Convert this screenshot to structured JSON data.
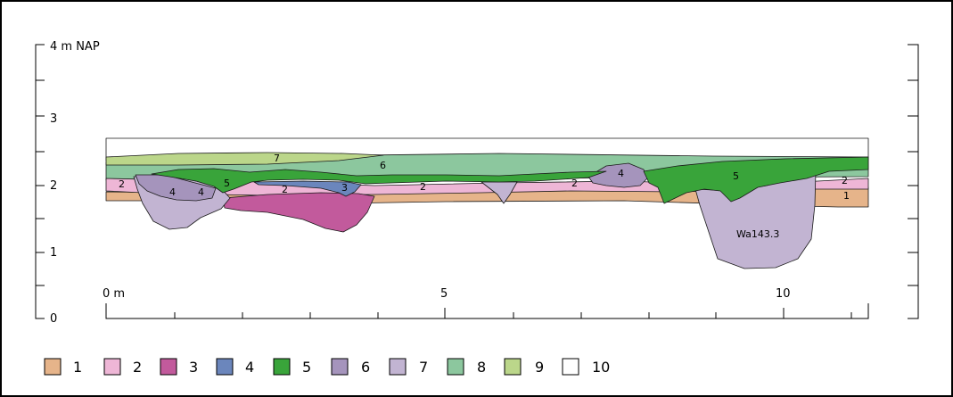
{
  "colors": {
    "layer_1": "#E6B48A",
    "layer_2": "#EEB6D6",
    "layer_3": "#C25A9C",
    "layer_4": "#6B86BC",
    "layer_5": "#39A43A",
    "layer_6": "#A594BC",
    "layer_7": "#C2B4D2",
    "layer_8": "#8CC79E",
    "layer_9": "#BBD68A",
    "layer_10": "#FFFFFF"
  },
  "vertical_axis": {
    "ticks": [
      {
        "value": 4,
        "label": "4 m NAP"
      },
      {
        "value": 3,
        "label": "3"
      },
      {
        "value": 2,
        "label": "2"
      },
      {
        "value": 1,
        "label": "1"
      },
      {
        "value": 0,
        "label": "0"
      }
    ]
  },
  "horizontal_scale": {
    "labels": [
      {
        "value": 0,
        "label": "0 m"
      },
      {
        "value": 5,
        "label": "5"
      },
      {
        "value": 10,
        "label": "10"
      }
    ]
  },
  "section_labels": {
    "l1_right": "1",
    "l2_left": "2",
    "l2_mid_a": "2",
    "l2_mid_b": "2",
    "l2_mid_c": "2",
    "l2_right": "2",
    "l3": "3",
    "l4_a": "4",
    "l4_b": "4",
    "l4_c": "4",
    "l5_left": "5",
    "l5_right": "5",
    "l6": "6",
    "l7": "7",
    "feature": "Wa143.3"
  },
  "legend": [
    {
      "id": "1",
      "label": "1"
    },
    {
      "id": "2",
      "label": "2"
    },
    {
      "id": "3",
      "label": "3"
    },
    {
      "id": "4",
      "label": "4"
    },
    {
      "id": "5",
      "label": "5"
    },
    {
      "id": "6",
      "label": "6"
    },
    {
      "id": "7",
      "label": "7"
    },
    {
      "id": "8",
      "label": "8"
    },
    {
      "id": "9",
      "label": "9"
    },
    {
      "id": "10",
      "label": "10"
    }
  ]
}
